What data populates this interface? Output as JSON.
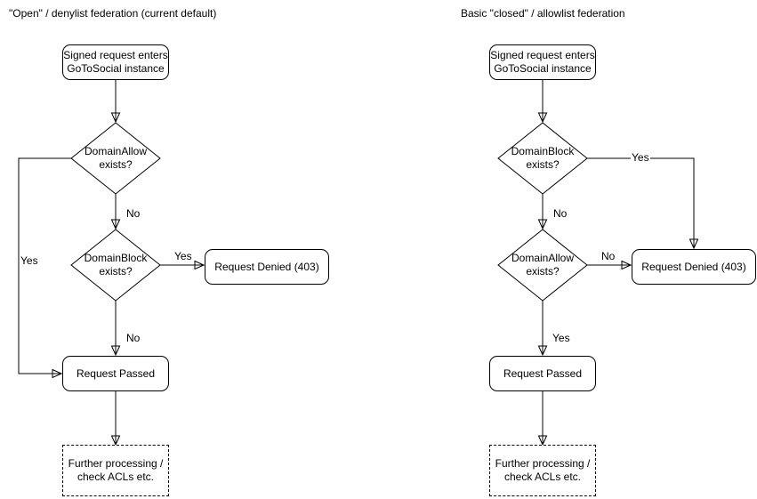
{
  "style": {
    "line_color": "#000000",
    "shape_fill": "#ffffff",
    "text_color": "#000000"
  },
  "diagrams": [
    {
      "title": "\"Open\" / denylist federation (current default)",
      "nodes": {
        "start": "Signed request enters\nGoToSocial instance",
        "decision1": "DomainAllow\nexists?",
        "decision2": "DomainBlock\nexists?",
        "denied": "Request Denied (403)",
        "passed": "Request Passed",
        "further": "Further processing /\ncheck ACLs etc."
      },
      "edge_labels": {
        "decision1_no": "No",
        "decision1_yes": "Yes",
        "decision2_yes": "Yes",
        "decision2_no": "No"
      }
    },
    {
      "title": "Basic \"closed\" / allowlist federation",
      "nodes": {
        "start": "Signed request enters\nGoToSocial instance",
        "decision1": "DomainBlock\nexists?",
        "decision2": "DomainAllow\nexists?",
        "denied": "Request Denied (403)",
        "passed": "Request Passed",
        "further": "Further processing /\ncheck ACLs etc."
      },
      "edge_labels": {
        "decision1_yes": "Yes",
        "decision1_no": "No",
        "decision2_no": "No",
        "decision2_yes": "Yes"
      }
    }
  ]
}
